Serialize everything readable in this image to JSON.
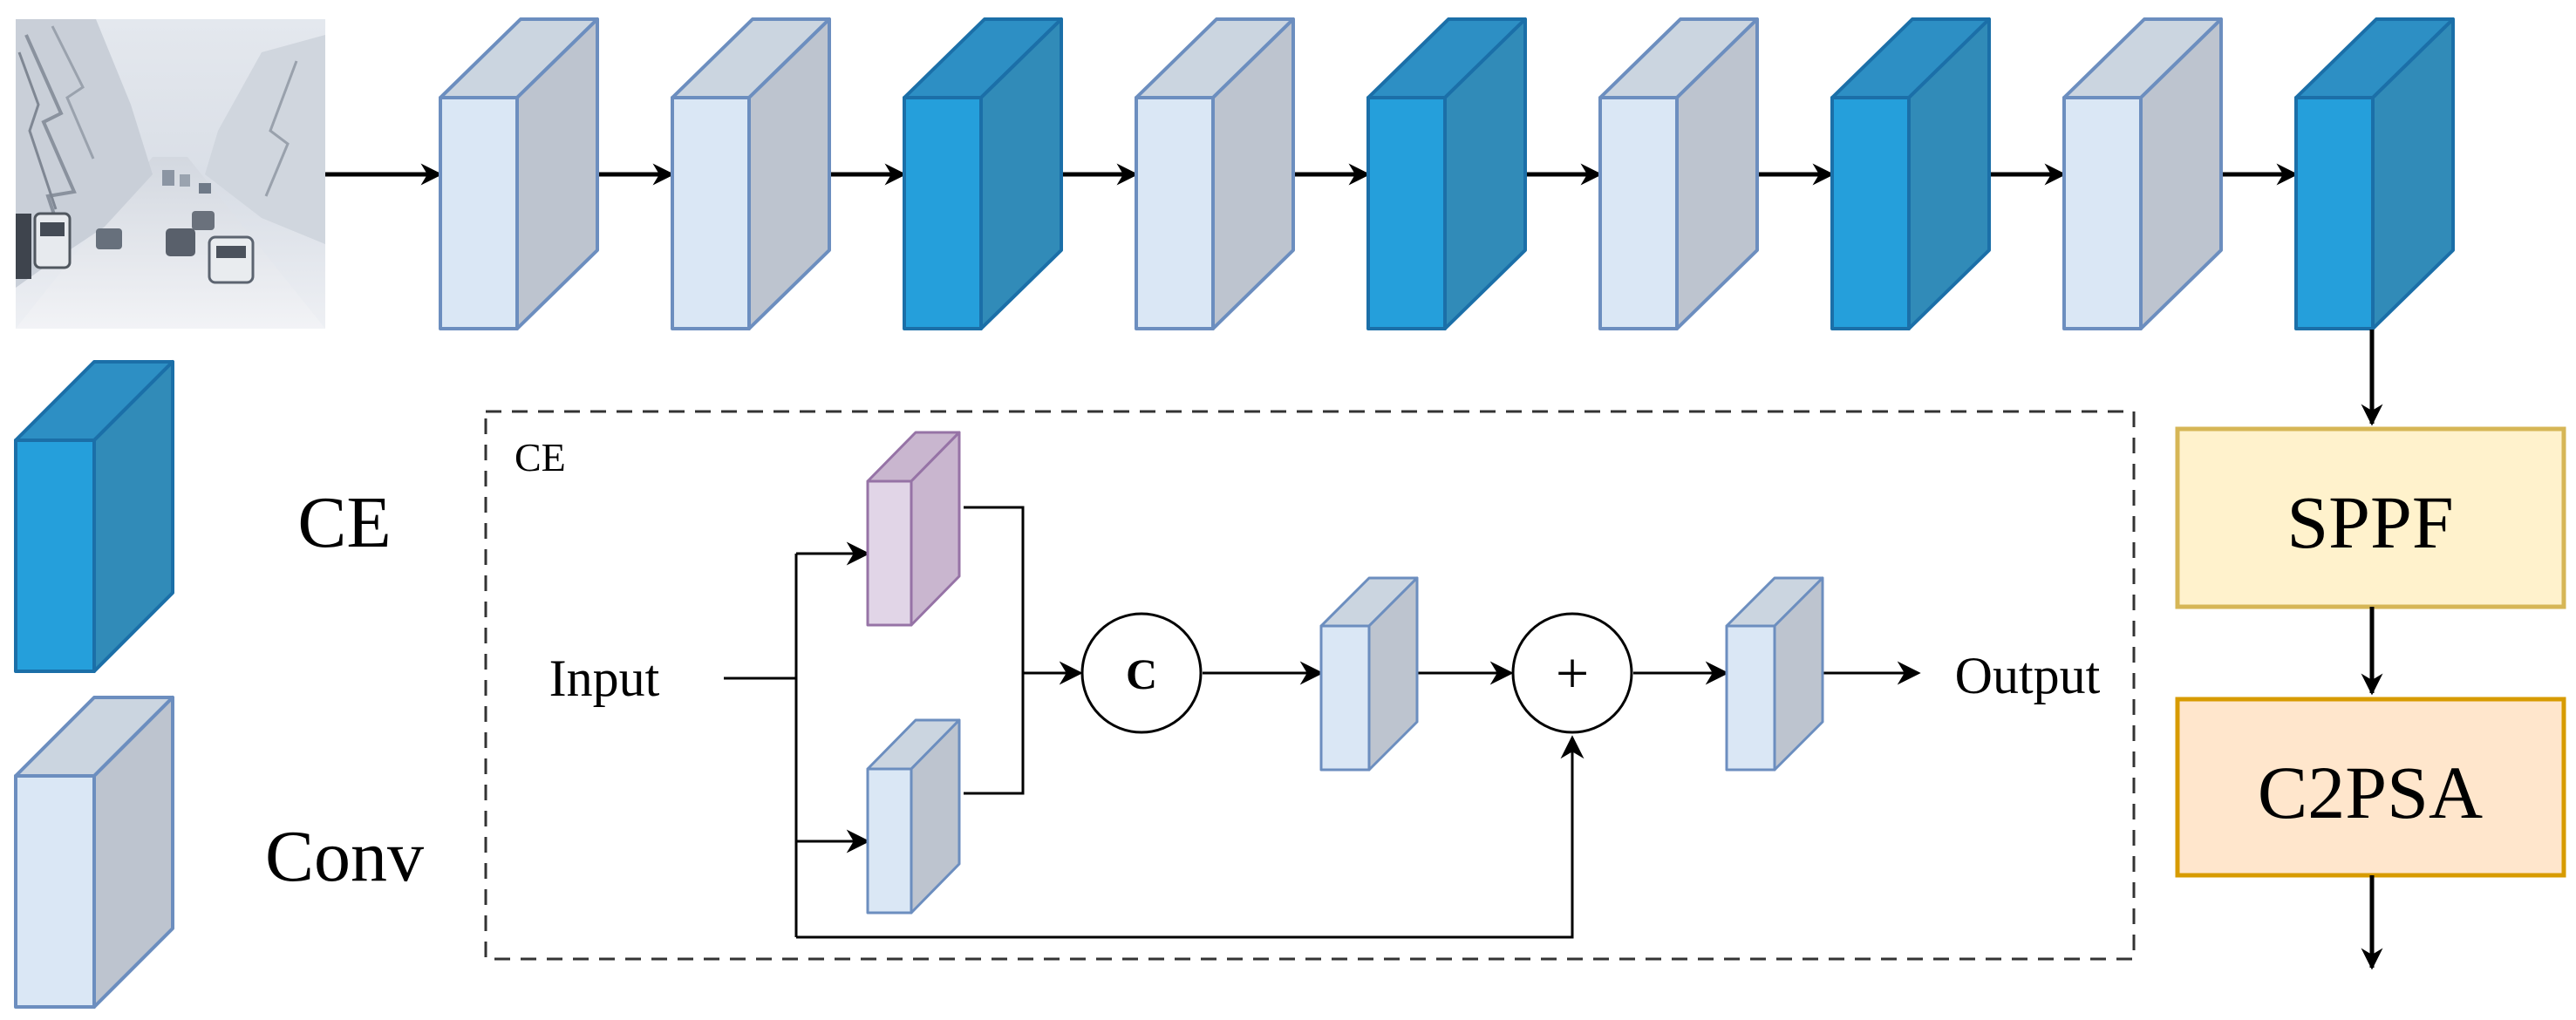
{
  "backbone": {
    "blocks": [
      "conv",
      "conv",
      "ce",
      "conv",
      "ce",
      "conv",
      "ce",
      "conv",
      "ce"
    ]
  },
  "legend": {
    "ce_label": "CE",
    "conv_label": "Conv"
  },
  "ce_module": {
    "title": "CE",
    "input_label": "Input",
    "output_label": "Output",
    "concat_symbol": "C",
    "add_symbol": "+"
  },
  "head": {
    "sppf_label": "SPPF",
    "c2psa_label": "C2PSA"
  },
  "colors": {
    "ce_front": "#259fdb",
    "ce_side": "#318bb8",
    "ce_top": "#2d8fc4",
    "ce_stroke": "#1b6fa8",
    "conv_front": "#dae7f5",
    "conv_side": "#bdc4cf",
    "conv_top": "#cbd5e0",
    "conv_stroke": "#6c8ebf",
    "pink_front": "#e1d5e7",
    "pink_side": "#c9b6cf",
    "pink_stroke": "#9673a6",
    "sppf_fill": "#fff2cc",
    "sppf_stroke": "#d6b656",
    "c2psa_fill": "#ffe6cc",
    "c2psa_stroke": "#d79b00"
  }
}
